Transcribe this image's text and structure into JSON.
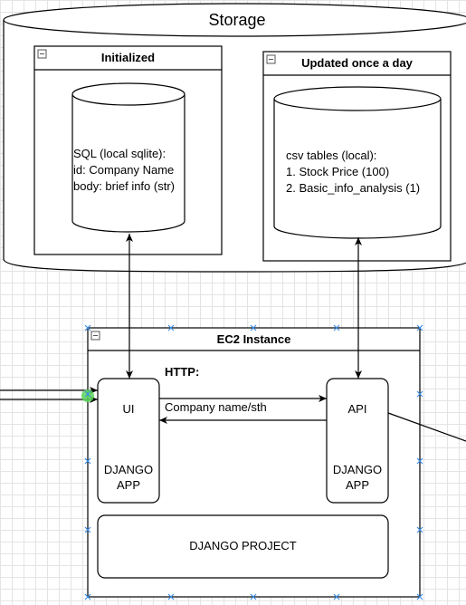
{
  "storage": {
    "title": "Storage",
    "initialized": {
      "title": "Initialized",
      "db_lines": [
        "SQL (local sqlite):",
        "id: Company Name",
        "body: brief info (str)"
      ]
    },
    "updated": {
      "title": "Updated once a day",
      "db_lines": [
        "csv tables (local):",
        "1. Stock Price (100)",
        "2. Basic_info_analysis (1)"
      ]
    }
  },
  "ec2": {
    "title": "EC2 Instance",
    "http_label": "HTTP:",
    "ui_app": {
      "name": "UI",
      "kind": "DJANGO APP"
    },
    "api_app": {
      "name": "API",
      "kind": "DJANGO APP"
    },
    "edge_label": "Company name/sth",
    "project_label": "DJANGO PROJECT"
  },
  "colors": {
    "stroke": "#000000",
    "selection": "#3d8ee8",
    "connector": "#5bd65b"
  }
}
